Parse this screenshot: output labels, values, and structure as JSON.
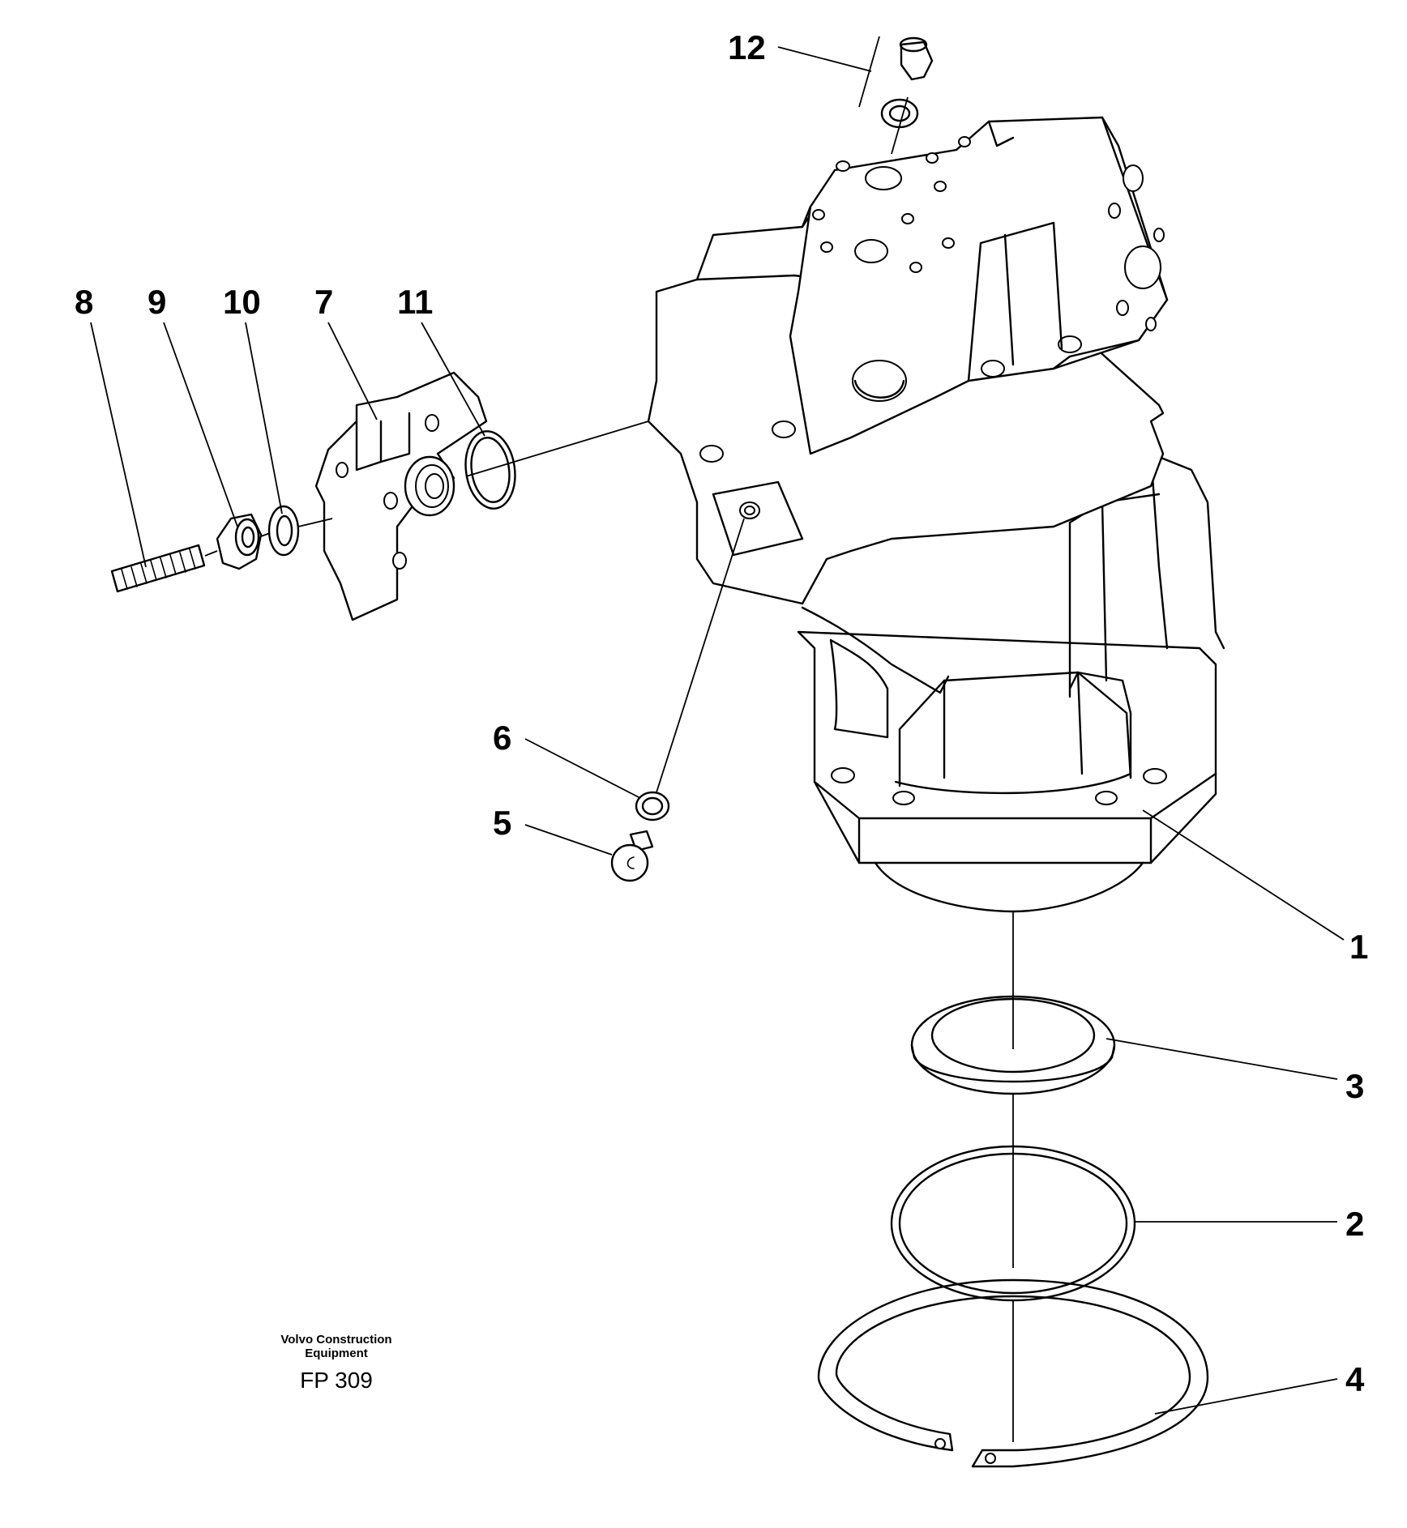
{
  "callouts": {
    "c1": "1",
    "c2": "2",
    "c3": "3",
    "c4": "4",
    "c5": "5",
    "c6": "6",
    "c7": "7",
    "c8": "8",
    "c9": "9",
    "c10": "10",
    "c11": "11",
    "c12": "12"
  },
  "credit": {
    "line1": "Volvo Construction",
    "line2": "Equipment",
    "code": "FP 309"
  }
}
